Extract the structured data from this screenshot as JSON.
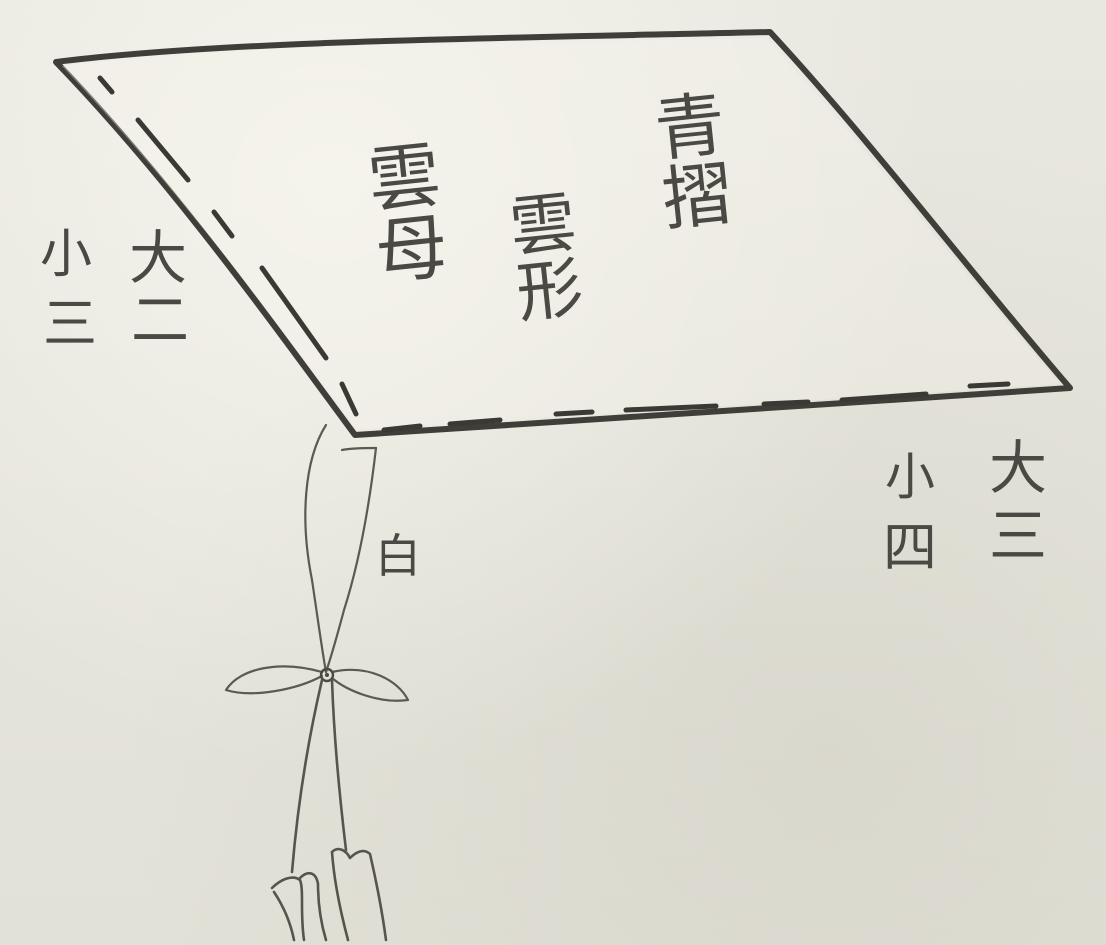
{
  "diagram": {
    "colors": {
      "paper": "#e6e5dc",
      "ink": "#3f3e39",
      "ink_light": "#5a5952"
    },
    "sail_text": {
      "col1": "雲母",
      "col2": "雲形",
      "col3": "青摺"
    },
    "left_dimensions": {
      "large_label": "大",
      "large_value": "二",
      "small_label": "小",
      "small_value": "三"
    },
    "right_dimensions": {
      "large_label": "大",
      "large_value": "三",
      "small_label": "小",
      "small_value": "四"
    },
    "cord_label": "白"
  }
}
